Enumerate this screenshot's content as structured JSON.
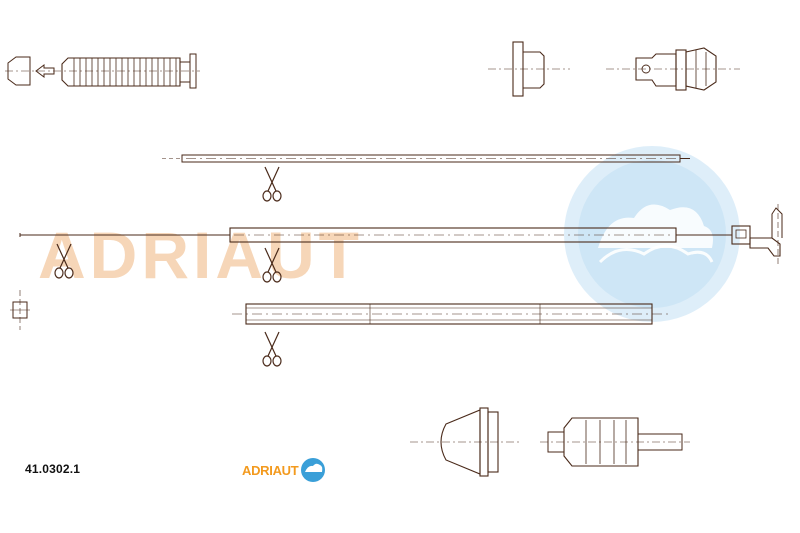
{
  "part_number": "41.0302.1",
  "brand": {
    "name": "ADRIAUT",
    "primary_color": "#f39a1e",
    "secondary_color": "#3a9fd8"
  },
  "watermark": {
    "text": "ADRIAUT",
    "text_color": "#f6d6b8",
    "badge_color": "#cfe6f6"
  },
  "drawing": {
    "line_color": "#4a2a1a",
    "icons": [
      "scissors-icon",
      "arrow-icon"
    ]
  }
}
